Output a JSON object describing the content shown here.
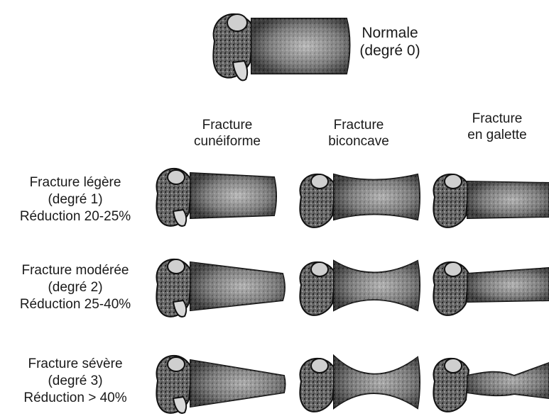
{
  "normal": {
    "label": "Normale\n(degré 0)"
  },
  "columns": [
    {
      "label": "Fracture\ncunéiforme"
    },
    {
      "label": "Fracture\nbiconcave"
    },
    {
      "label": "Fracture\nen galette"
    }
  ],
  "rows": [
    {
      "label": "Fracture légère\n(degré 1)\nRéduction 20-25%"
    },
    {
      "label": "Fracture modérée\n(degré 2)\nRéduction 25-40%"
    },
    {
      "label": "Fracture sévère\n(degré 3)\nRéduction > 40%"
    }
  ]
}
